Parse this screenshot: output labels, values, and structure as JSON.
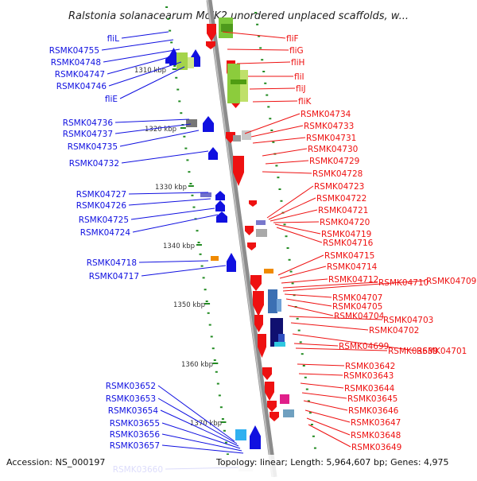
{
  "title": "Ralstonia solanacearum MolK2 unordered unplaced scaffolds, w...",
  "footer": {
    "accession": "Accession: NS_000197",
    "topology": "Topology: linear; Length: 5,964,607 bp; Genes: 4,975"
  },
  "colors": {
    "forward": "#1010e0",
    "reverse": "#ee1111",
    "backbone": "#8c8c8c",
    "tick": "#228b22"
  },
  "ticks": [
    "1310 kbp",
    "1320 kbp",
    "1330 kbp",
    "1340 kbp",
    "1350 kbp",
    "1360 kbp",
    "1370 kbp"
  ],
  "left_labels": [
    "fliL",
    "RSMK04755",
    "RSMK04748",
    "RSMK04747",
    "RSMK04746",
    "fliE",
    "RSMK04736",
    "RSMK04737",
    "RSMK04735",
    "RSMK04732",
    "RSMK04727",
    "RSMK04726",
    "RSMK04725",
    "RSMK04724",
    "RSMK04718",
    "RSMK04717",
    "RSMK03652",
    "RSMK03653",
    "RSMK03654",
    "RSMK03655",
    "RSMK03656",
    "RSMK03657",
    "RSMK03660"
  ],
  "right_labels": [
    "fliF",
    "fliG",
    "fliH",
    "fliI",
    "fliJ",
    "fliK",
    "RSMK04734",
    "RSMK04733",
    "RSMK04731",
    "RSMK04730",
    "RSMK04729",
    "RSMK04728",
    "RSMK04723",
    "RSMK04722",
    "RSMK04721",
    "RSMK04720",
    "RSMK04719",
    "RSMK04716",
    "RSMK04715",
    "RSMK04714",
    "RSMK04712",
    "RSMK04710",
    "RSMK04709",
    "RSMK04707",
    "RSMK04705",
    "RSMK04704",
    "RSMK04703",
    "RSMK04702",
    "RSMK04701",
    "RSMK04699",
    "RSMK03639",
    "RSMK03642",
    "RSMK03643",
    "RSMK03644",
    "RSMK03645",
    "RSMK03646",
    "RSMK03647",
    "RSMK03648",
    "RSMK03649"
  ]
}
